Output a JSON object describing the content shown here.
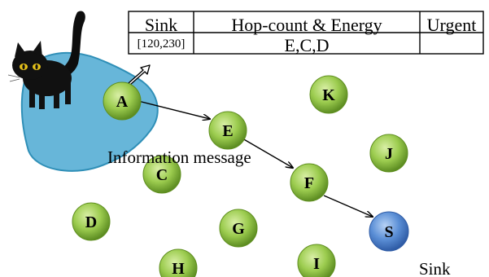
{
  "packet_table": {
    "headers": [
      "Sink",
      "Hop-count & Energy",
      "Urgent"
    ],
    "values": [
      "[120,230]",
      "E,C,D",
      ""
    ]
  },
  "nodes": [
    {
      "id": "A",
      "role": "source"
    },
    {
      "id": "E"
    },
    {
      "id": "F"
    },
    {
      "id": "S",
      "role": "sink"
    },
    {
      "id": "K"
    },
    {
      "id": "J"
    },
    {
      "id": "C"
    },
    {
      "id": "D"
    },
    {
      "id": "G"
    },
    {
      "id": "H"
    },
    {
      "id": "I"
    }
  ],
  "route": [
    "A",
    "E",
    "F",
    "S"
  ],
  "labels": {
    "message": "Information message",
    "sink": "Sink"
  },
  "colors": {
    "node_green": "#8fbf3f",
    "node_green_dark": "#5f8f1f",
    "sink_blue": "#4f7fc8",
    "pond": "#67b6d9",
    "pond_edge": "#2f8fb7"
  },
  "icons": [
    "black-cat-icon"
  ]
}
